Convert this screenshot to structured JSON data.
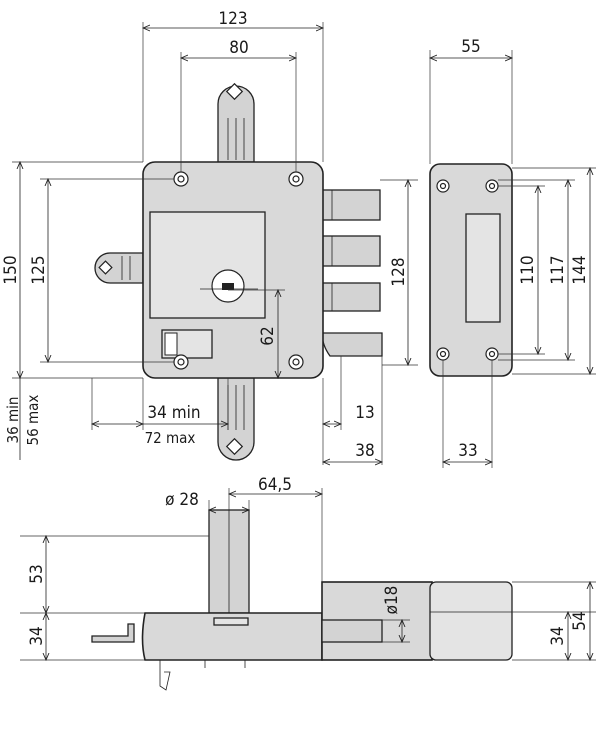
{
  "drawing": {
    "front_view": {
      "width_overall": "123",
      "screw_spacing_h": "80",
      "height_overall": "150",
      "screw_spacing_v": "125",
      "bolt_span": "128",
      "key_to_bottom": "62",
      "backset_min": "36 min",
      "backset_max": "56 max",
      "cylinder_min": "34 min",
      "cylinder_max": "72 max",
      "latch_offset": "13",
      "latch_projection": "38"
    },
    "side_view": {
      "width": "55",
      "screw_spacing_a": "110",
      "screw_spacing_b": "117",
      "height": "144",
      "bottom_offset": "33"
    },
    "bottom_view": {
      "spindle_diameter": "ø 28",
      "spindle_offset": "64,5",
      "spindle_height": "53",
      "body_depth": "34",
      "bolt_diameter": "ø18",
      "side_depth": "34",
      "side_depth_overall": "54"
    }
  }
}
